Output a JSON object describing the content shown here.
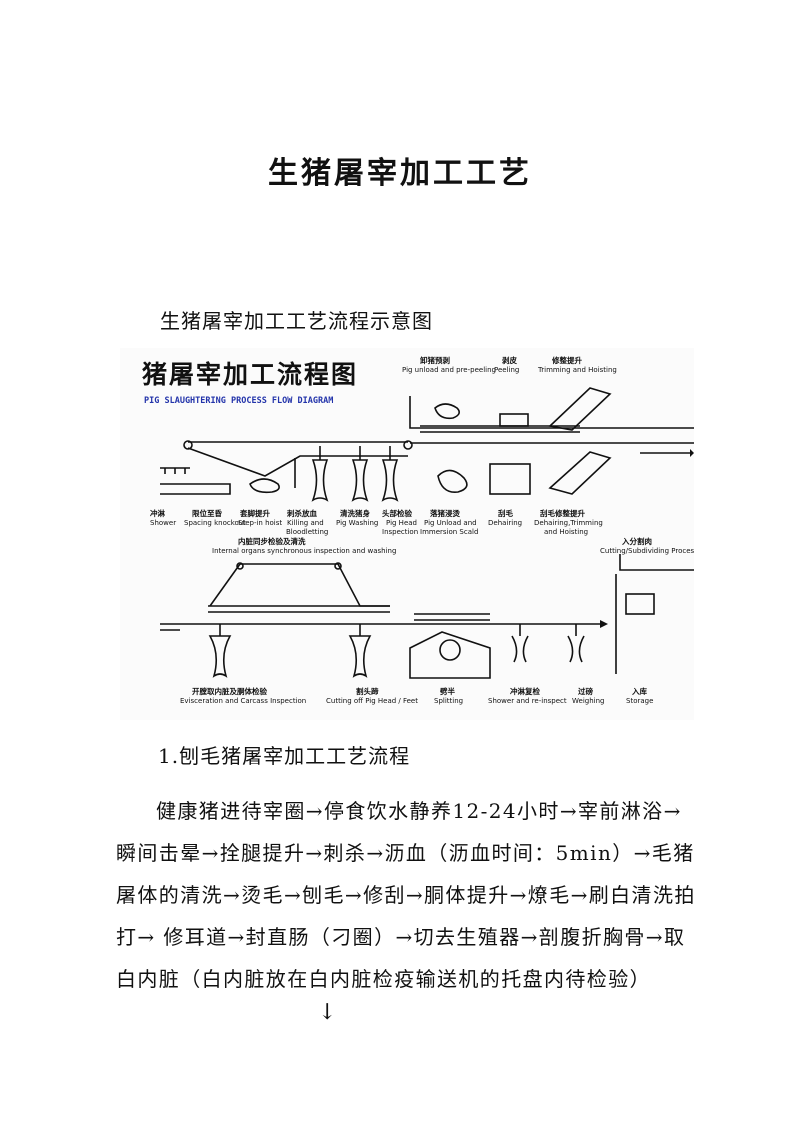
{
  "doc": {
    "title": "生猪屠宰加工工艺",
    "subtitle": "生猪屠宰加工工艺流程示意图",
    "section_heading": "1.刨毛猪屠宰加工工艺流程",
    "paragraph": "健康猪进待宰圈→停食饮水静养12-24小时→宰前淋浴→瞬间击晕→拴腿提升→刺杀→沥血（沥血时间：5min）→毛猪屠体的清洗→烫毛→刨毛→修刮→胴体提升→燎毛→刷白清洗拍打→ 修耳道→封直肠（刁圈）→切去生殖器→剖腹折胸骨→取白内脏（白内脏放在白内脏检疫输送机的托盘内待检验）",
    "continuation_arrow": "↓"
  },
  "diagram": {
    "title_cn": "猪屠宰加工流程图",
    "title_en": "PIG SLAUGHTERING PROCESS FLOW DIAGRAM",
    "top_labels": [
      {
        "cn": "卸猪预剥",
        "en": "Pig unload and pre-peeling"
      },
      {
        "cn": "剥皮",
        "en": "Peeling"
      },
      {
        "cn": "修整提升",
        "en": "Trimming and Hoisting"
      }
    ],
    "row1_labels": [
      {
        "cn": "冲淋",
        "en": "Shower"
      },
      {
        "cn": "限位至昏",
        "en": "Spacing knockout"
      },
      {
        "cn": "套脚提升",
        "en": "Step-in hoist"
      },
      {
        "cn": "刺杀放血",
        "en": "Killing and",
        "en2": "Bloodletting"
      },
      {
        "cn": "清洗猪身",
        "en": "Pig Washing"
      },
      {
        "cn": "头部检验",
        "en": "Pig Head",
        "en2": "Inspection"
      },
      {
        "cn": "落猪浸烫",
        "en": "Pig Unload and",
        "en2": "Immersion Scald"
      },
      {
        "cn": "刮毛",
        "en": "Dehairing"
      },
      {
        "cn": "刮毛修整提升",
        "en": "Dehairing,Trimming",
        "en2": "and Hoisting"
      }
    ],
    "row2_top_labels": [
      {
        "cn": "内脏同步检验及清洗",
        "en": "Internal organs synchronous inspection and washing"
      },
      {
        "cn": "入分割肉",
        "en": "Cutting/Subdividing Process"
      }
    ],
    "row2_labels": [
      {
        "cn": "开膛取内脏及胴体检验",
        "en": "Evisceration and Carcass Inspection"
      },
      {
        "cn": "割头蹄",
        "en": "Cutting off Pig Head / Feet"
      },
      {
        "cn": "劈半",
        "en": "Splitting"
      },
      {
        "cn": "冲淋复检",
        "en": "Shower and re-inspect"
      },
      {
        "cn": "过磅",
        "en": "Weighing"
      },
      {
        "cn": "入库",
        "en": "Storage"
      }
    ]
  }
}
